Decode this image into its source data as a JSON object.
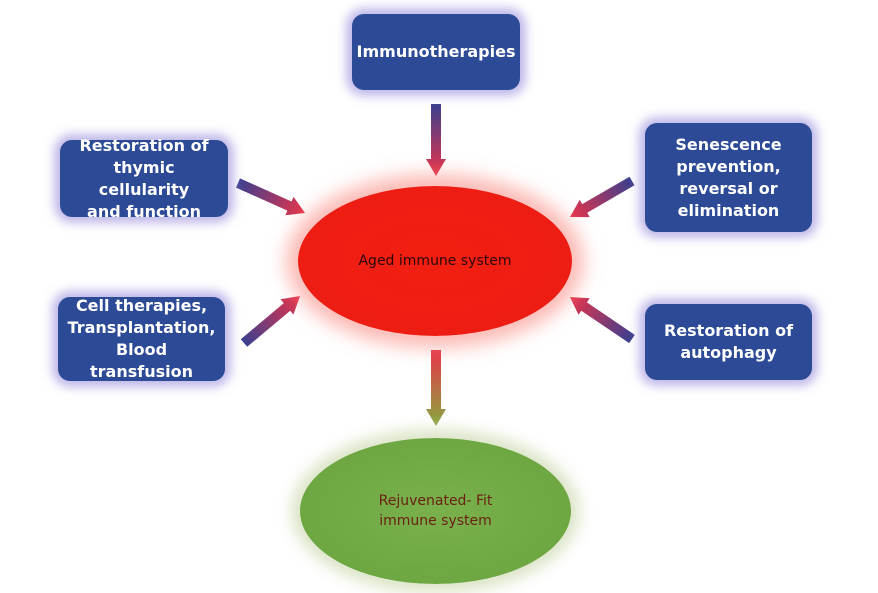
{
  "center": {
    "label": "Aged immune system"
  },
  "outcome": {
    "label": "Rejuvenated- Fit\nimmune system"
  },
  "interventions": {
    "immunotherapies": "Immunotherapies",
    "thymic": "Restoration of\nthymic cellularity\nand function",
    "senescence": "Senescence\nprevention,\nreversal or\nelimination",
    "cell_therapies": "Cell therapies,\nTransplantation,\nBlood transfusion",
    "autophagy": "Restoration of\nautophagy"
  },
  "colors": {
    "box_fill": "#2c4a96",
    "box_glow": "#aaa0e1",
    "center_fill": "#ee1d13",
    "outcome_fill": "#6fa843",
    "arrow_start": "#3b3f8f",
    "arrow_end": "#e8344a",
    "down_arrow_end": "#88a83e"
  }
}
